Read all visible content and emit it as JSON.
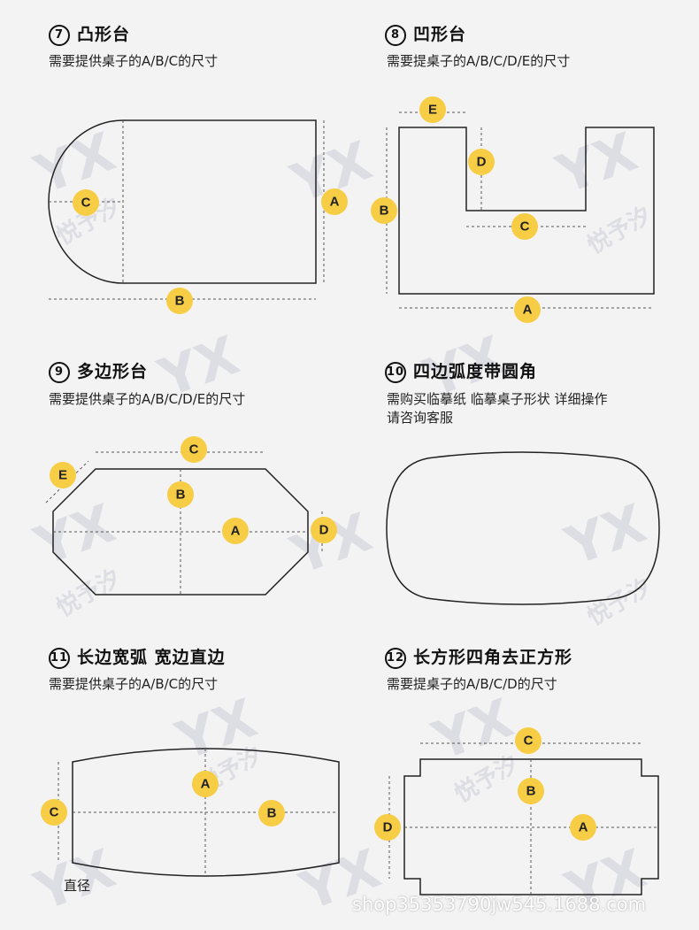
{
  "sections": [
    {
      "num": "7",
      "title": "凸形台",
      "subtitle": "需要提供桌子的A/B/C的尺寸"
    },
    {
      "num": "8",
      "title": "凹形台",
      "subtitle": "需要提桌子的A/B/C/D/E的尺寸"
    },
    {
      "num": "9",
      "title": "多边形台",
      "subtitle": "需要提供桌子的A/B/C/D/E的尺寸"
    },
    {
      "num": "10",
      "title": "四边弧度带圆角",
      "subtitle_line1": "需购买临摹纸 临摹桌子形状 详细操作",
      "subtitle_line2": "请咨询客服"
    },
    {
      "num": "11",
      "title": "长边宽弧 宽边直边",
      "subtitle": "需要提供桌子的A/B/C的尺寸"
    },
    {
      "num": "12",
      "title": "长方形四角去正方形",
      "subtitle": "需要提桌子的A/B/C/D的尺寸"
    }
  ],
  "labels": {
    "A": "A",
    "B": "B",
    "C": "C",
    "D": "D",
    "E": "E"
  },
  "annotation_zhijing": "直径",
  "watermark_logo": "YX",
  "watermark_text": "悦予汐",
  "footer": "shop35353790jw545.1688.com",
  "colors": {
    "badge": "#f7cd46",
    "line": "#222222",
    "watermark": "#c9c9d6"
  }
}
